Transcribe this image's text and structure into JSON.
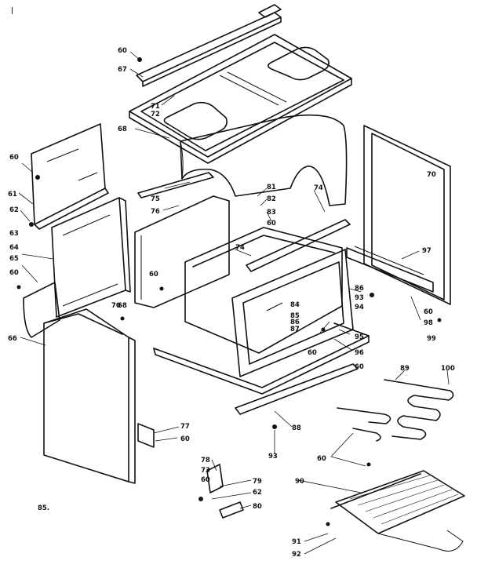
{
  "page_number": "85.",
  "corner_mark": "|",
  "part_labels": [
    "60",
    "67",
    "71",
    "72",
    "68",
    "60",
    "61",
    "62",
    "63",
    "64",
    "65",
    "60",
    "66",
    "75",
    "76",
    "60",
    "68",
    "70",
    "81",
    "82",
    "83",
    "60",
    "74",
    "74",
    "84",
    "85",
    "86",
    "87",
    "60",
    "95",
    "96",
    "86",
    "93",
    "94",
    "70",
    "97",
    "60",
    "98",
    "99",
    "60",
    "89",
    "100",
    "88",
    "93",
    "60",
    "77",
    "60",
    "78",
    "73",
    "60",
    "79",
    "62",
    "80",
    "90",
    "91",
    "92"
  ]
}
